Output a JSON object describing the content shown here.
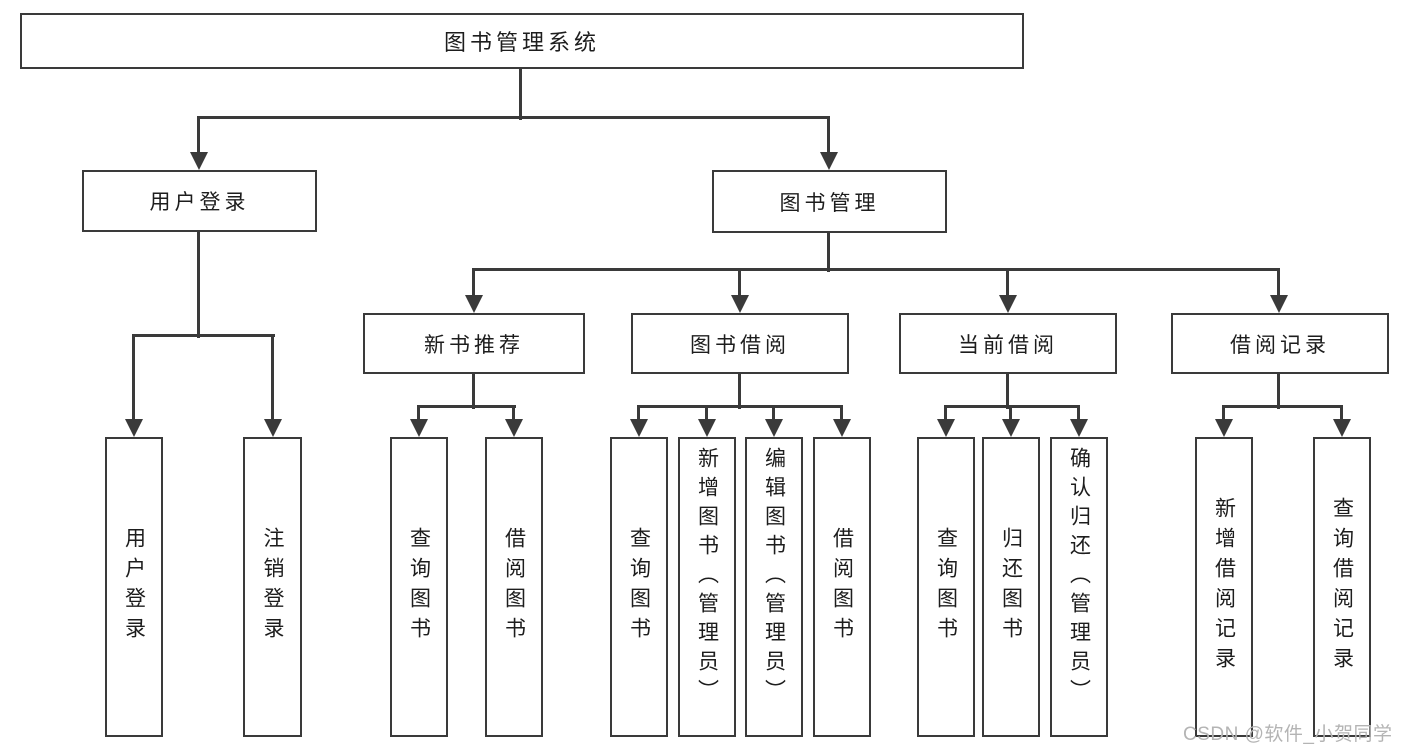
{
  "tree": {
    "root": {
      "label": "图书管理系统",
      "children": [
        {
          "label": "用户登录",
          "children": [
            {
              "label": "用户登录"
            },
            {
              "label": "注销登录"
            }
          ]
        },
        {
          "label": "图书管理",
          "children": [
            {
              "label": "新书推荐",
              "children": [
                {
                  "label": "查询图书"
                },
                {
                  "label": "借阅图书"
                }
              ]
            },
            {
              "label": "图书借阅",
              "children": [
                {
                  "label": "查询图书"
                },
                {
                  "label": "新增图书（管理员）"
                },
                {
                  "label": "编辑图书（管理员）"
                },
                {
                  "label": "借阅图书"
                }
              ]
            },
            {
              "label": "当前借阅",
              "children": [
                {
                  "label": "查询图书"
                },
                {
                  "label": "归还图书"
                },
                {
                  "label": "确认归还（管理员）"
                }
              ]
            },
            {
              "label": "借阅记录",
              "children": [
                {
                  "label": "新增借阅记录"
                },
                {
                  "label": "查询借阅记录"
                }
              ]
            }
          ]
        }
      ]
    }
  },
  "watermark": {
    "text": "CSDN @软件_小贺同学"
  },
  "colors": {
    "line": "#3a3a3a",
    "text": "#1d1d1d",
    "background": "#ffffff",
    "watermark": "#b4b4b4"
  }
}
